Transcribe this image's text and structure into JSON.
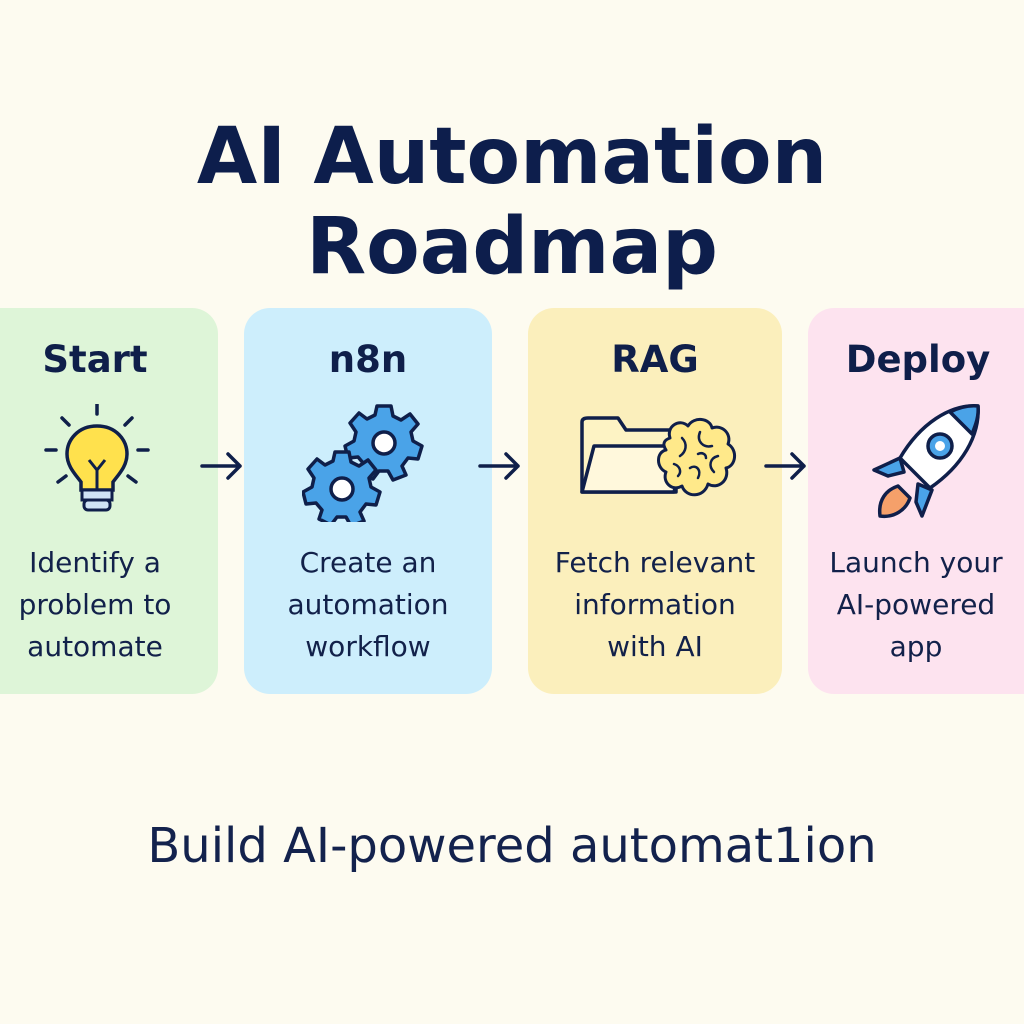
{
  "title": "AI Automation Roadmap",
  "steps": [
    {
      "label": "Start",
      "description_lines": [
        "Identify a",
        "problem to",
        "automate"
      ],
      "icon": "lightbulb-icon"
    },
    {
      "label": "n8n",
      "description_lines": [
        "Create an",
        "automation",
        "workflow"
      ],
      "icon": "gears-icon"
    },
    {
      "label": "RAG",
      "description_lines": [
        "Fetch relevant",
        "information",
        "with AI"
      ],
      "icon": "folder-brain-icon"
    },
    {
      "label": "Deploy",
      "description_lines": [
        "Launch your",
        "AI-powered",
        "app"
      ],
      "icon": "rocket-icon"
    }
  ],
  "tagline": "Build AI-powered automat1ion",
  "colors": {
    "background": "#fdfbf0",
    "text": "#0f1f4a",
    "start_card": "#def5d8",
    "n8n_card": "#cdeefc",
    "rag_card": "#fbefbc",
    "deploy_card": "#fde3ef",
    "gear_blue": "#4aa3e8",
    "bulb_yellow": "#ffe14d",
    "rocket_orange": "#f5a06a"
  }
}
